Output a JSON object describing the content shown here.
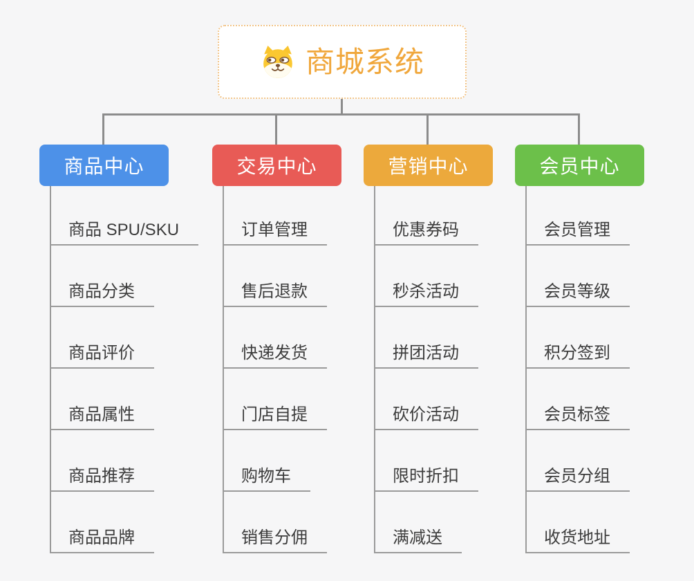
{
  "page": {
    "background_color": "#f6f6f7",
    "connector_color": "#8c8c8c",
    "underline_color": "#9a9a9a",
    "item_text_color": "#3c3c3c"
  },
  "root": {
    "label": "商城系统",
    "icon": "shiba-dog-face-icon",
    "text_color": "#f0a73c",
    "border_color": "#f2c488",
    "background_color": "#ffffff"
  },
  "branches": [
    {
      "label": "商品中心",
      "color": "#4d91e8",
      "items": [
        "商品 SPU/SKU",
        "商品分类",
        "商品评价",
        "商品属性",
        "商品推荐",
        "商品品牌"
      ]
    },
    {
      "label": "交易中心",
      "color": "#e85b56",
      "items": [
        "订单管理",
        "售后退款",
        "快递发货",
        "门店自提",
        "购物车",
        "销售分佣"
      ]
    },
    {
      "label": "营销中心",
      "color": "#eca93c",
      "items": [
        "优惠券码",
        "秒杀活动",
        "拼团活动",
        "砍价活动",
        "限时折扣",
        "满减送"
      ]
    },
    {
      "label": "会员中心",
      "color": "#6cc04a",
      "items": [
        "会员管理",
        "会员等级",
        "积分签到",
        "会员标签",
        "会员分组",
        "收货地址"
      ]
    }
  ]
}
